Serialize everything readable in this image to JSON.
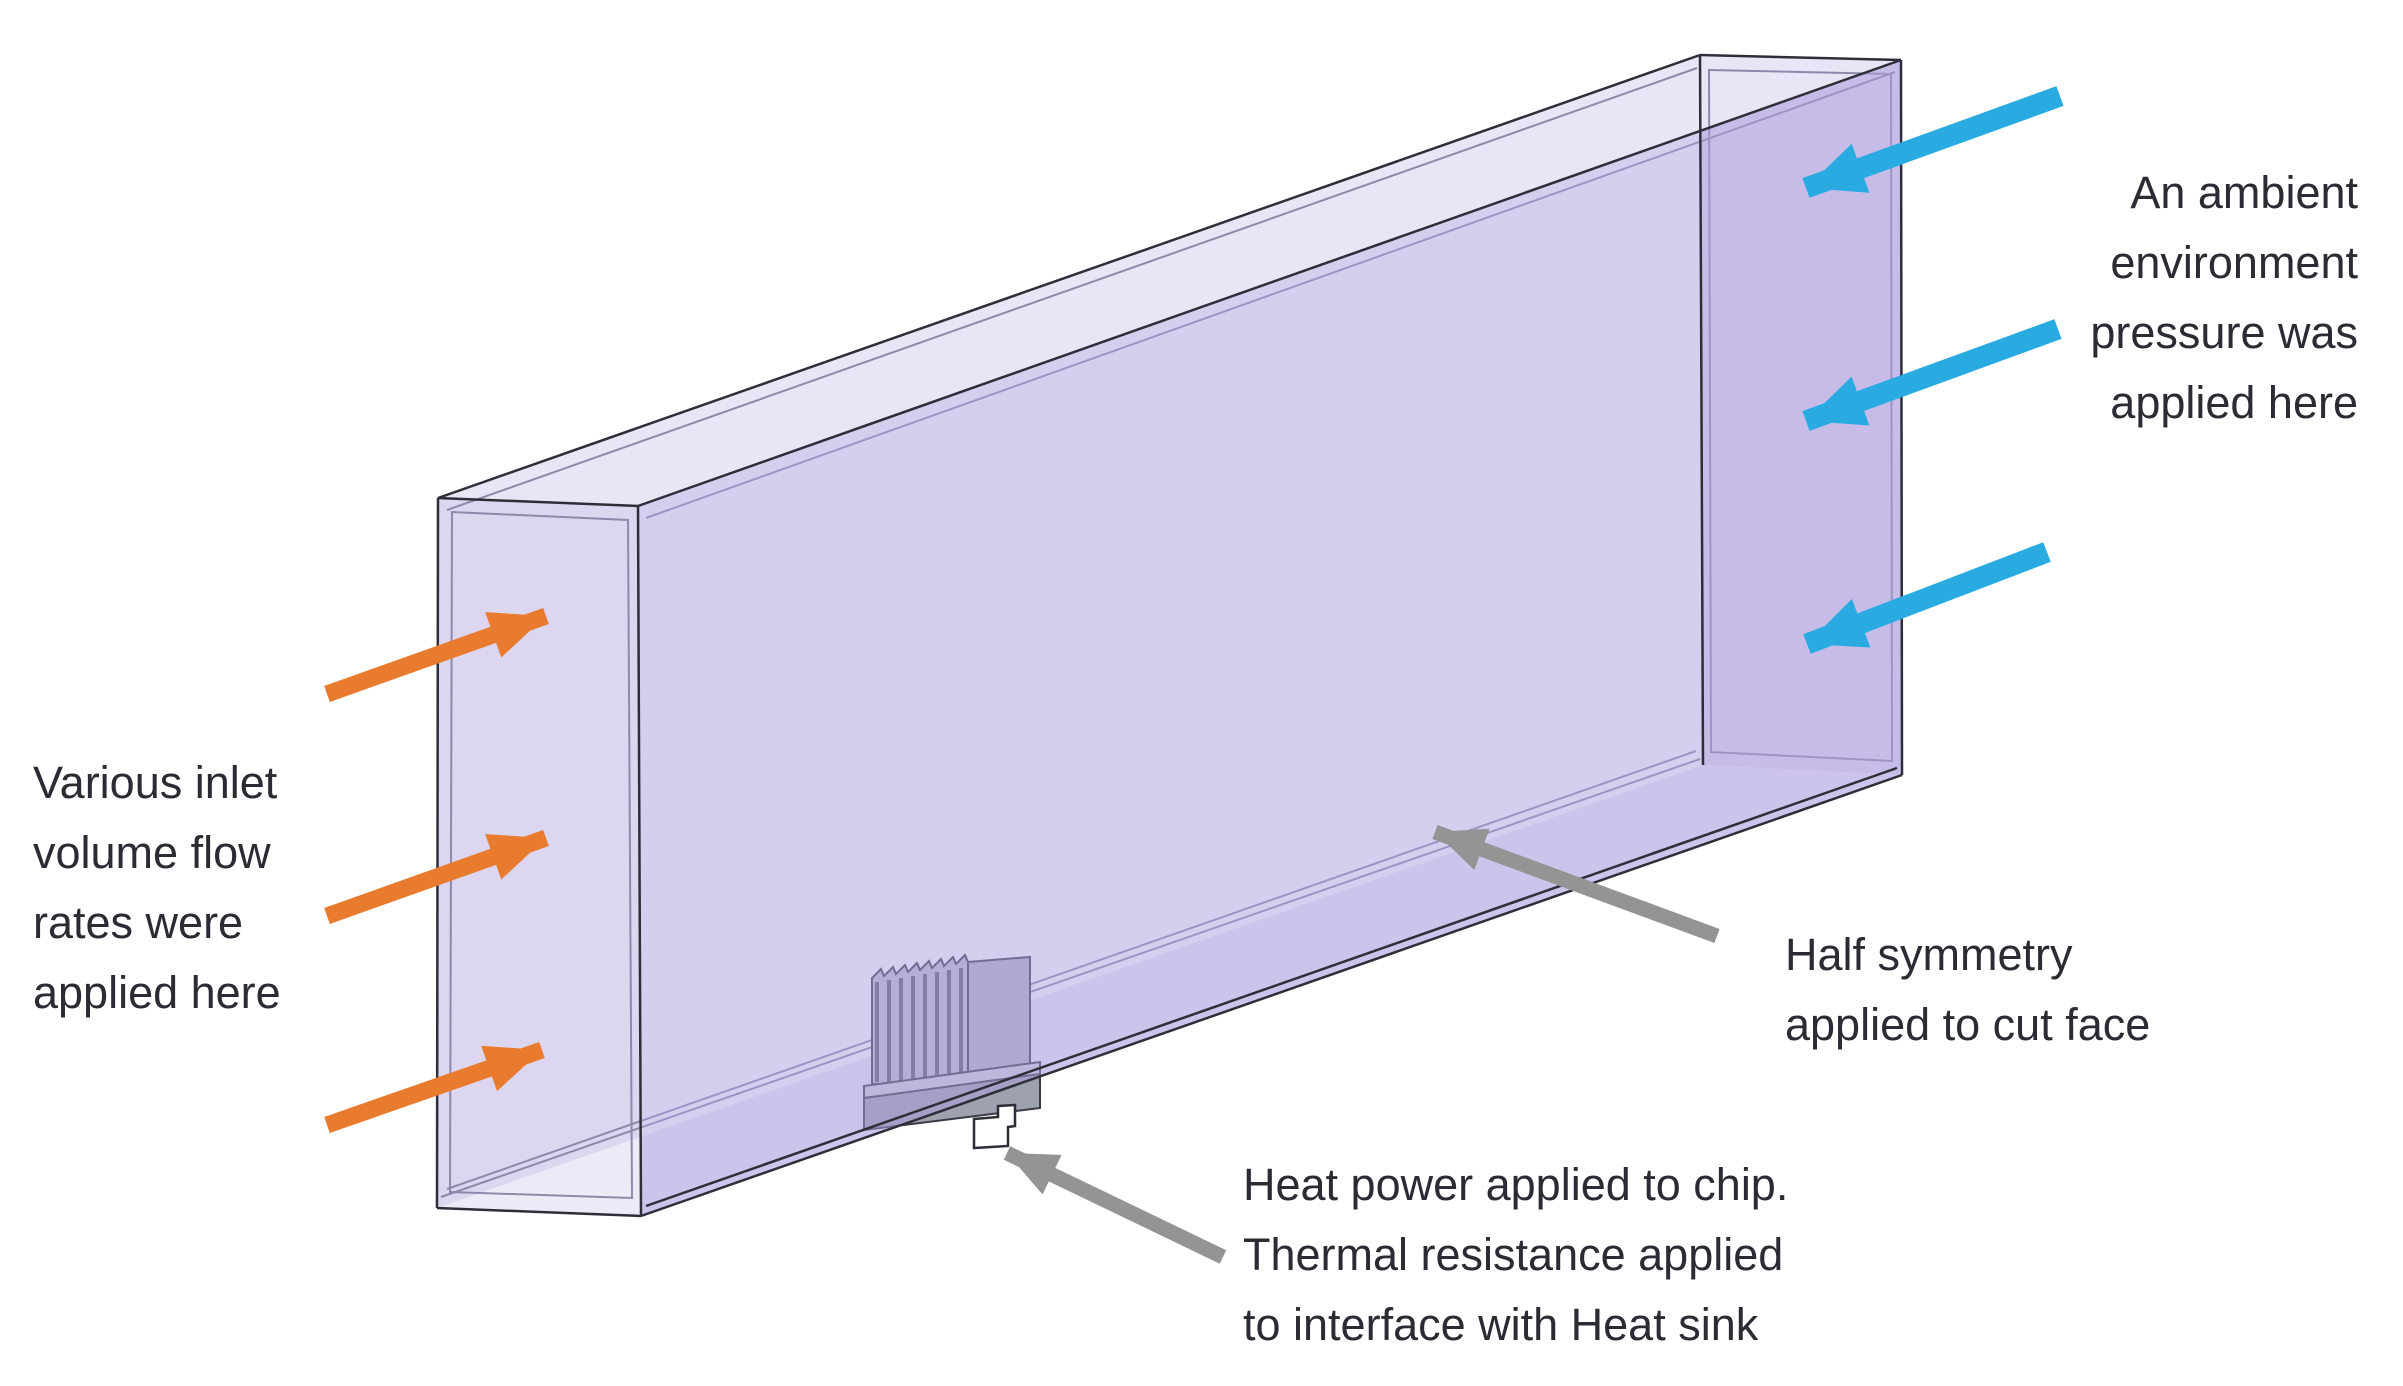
{
  "diagram": {
    "background": "#FFFFFF",
    "labels": {
      "inlet": {
        "lines": [
          "Various inlet",
          "volume flow",
          "rates were",
          "applied here"
        ]
      },
      "ambient": {
        "lines": [
          "An ambient",
          "environment",
          "pressure was",
          "applied here"
        ]
      },
      "symmetry": {
        "lines": [
          "Half symmetry",
          "applied to cut face"
        ]
      },
      "chip": {
        "lines": [
          "Heat power applied to chip.",
          "Thermal resistance applied",
          "to interface with Heat sink"
        ]
      }
    },
    "colors": {
      "text": "#2B2B33",
      "orange": "#E87B2D",
      "blue": "#29ABE2",
      "gray": "#949494",
      "edge": "#2E2E38",
      "inner_edge": "#8D89AB",
      "face_top": "#E9E5F7",
      "face_left": "#DCD6F1",
      "face_right": "#E0DAF3",
      "face_bottom": "#EDEAF8",
      "face_front": "rgba(173,158,222,0.5)",
      "heatsink_outline": "#3A3A46",
      "heatsink_fins": "#BFBED0",
      "heatsink_fin_gap": "#5E5D6E",
      "heatsink_plate": "#B3B2C5",
      "heatsink_base_top": "#D0CFDB",
      "heatsink_base_front": "#9EA2AF",
      "chip_fill": "#FFFFFF"
    },
    "icon_names": {
      "inlet_arrows": "inlet-flow-arrow-icon",
      "ambient_arrows": "ambient-pressure-arrow-icon",
      "symmetry_arrow": "symmetry-arrow-icon",
      "chip_arrow": "chip-heat-arrow-icon"
    }
  }
}
